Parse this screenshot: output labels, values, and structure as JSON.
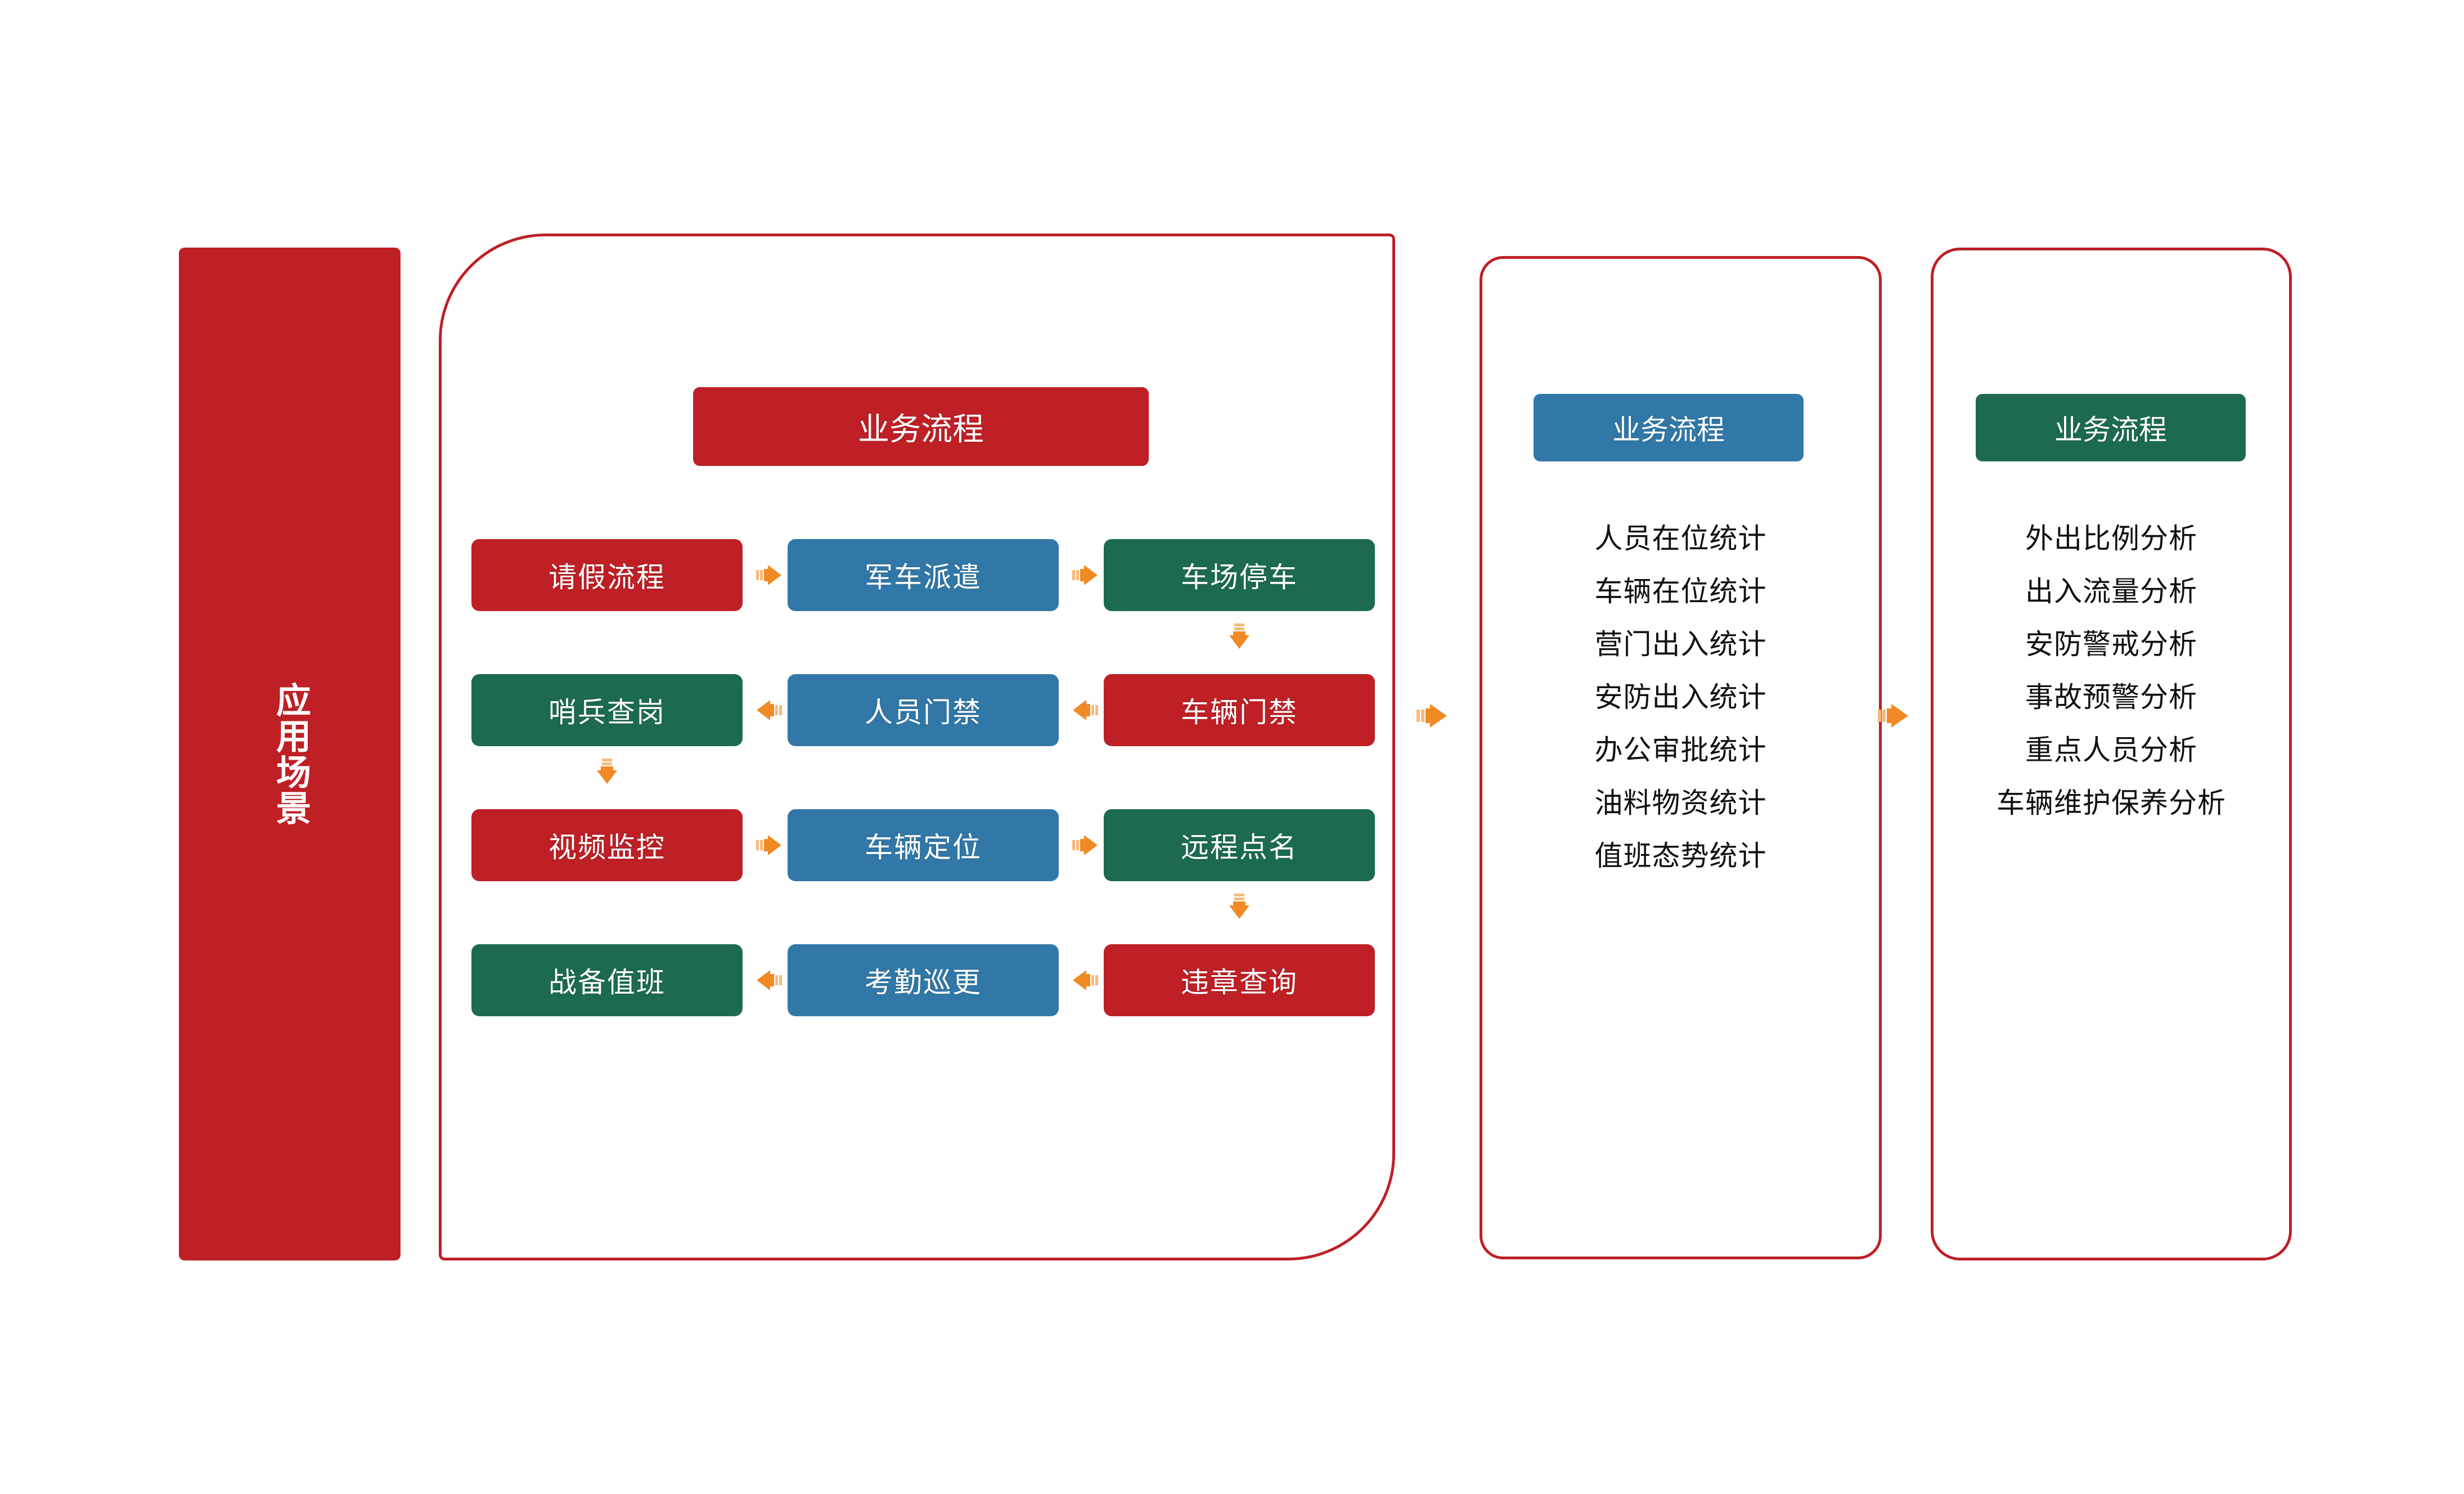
{
  "sidebar": {
    "label": "应用场景"
  },
  "colors": {
    "red": "#BE2026",
    "blue": "#3178A8",
    "green": "#1C6B50",
    "orange": "#F08A24",
    "border": "#BE2026",
    "text_dark": "#111111",
    "text_light": "#FFFFFF"
  },
  "flow_card": {
    "title": "业务流程",
    "rows": [
      {
        "nodes": [
          {
            "label": "请假流程",
            "color": "red"
          },
          {
            "label": "军车派遣",
            "color": "blue"
          },
          {
            "label": "车场停车",
            "color": "green"
          }
        ],
        "connectors": [
          "arrow-right",
          "arrow-right"
        ]
      },
      {
        "nodes": [
          {
            "label": "哨兵查岗",
            "color": "green"
          },
          {
            "label": "人员门禁",
            "color": "blue"
          },
          {
            "label": "车辆门禁",
            "color": "red"
          }
        ],
        "connectors": [
          "arrow-left",
          "arrow-left"
        ]
      },
      {
        "nodes": [
          {
            "label": "视频监控",
            "color": "red"
          },
          {
            "label": "车辆定位",
            "color": "blue"
          },
          {
            "label": "远程点名",
            "color": "green"
          }
        ],
        "connectors": [
          "arrow-right",
          "arrow-right"
        ]
      },
      {
        "nodes": [
          {
            "label": "战备值班",
            "color": "green"
          },
          {
            "label": "考勤巡更",
            "color": "blue"
          },
          {
            "label": "违章查询",
            "color": "red"
          }
        ],
        "connectors": [
          "arrow-left",
          "arrow-left"
        ]
      }
    ],
    "vertical_connectors": [
      {
        "name": "arrow-down-col2-row1to2",
        "column": 2,
        "between_rows": [
          1,
          2
        ]
      },
      {
        "name": "arrow-down-col0-row2to3",
        "column": 0,
        "between_rows": [
          2,
          3
        ]
      },
      {
        "name": "arrow-down-col2-row3to4",
        "column": 2,
        "between_rows": [
          3,
          4
        ]
      }
    ]
  },
  "stats_card": {
    "title": "业务流程",
    "items": [
      "人员在位统计",
      "车辆在位统计",
      "营门出入统计",
      "安防出入统计",
      "办公审批统计",
      "油料物资统计",
      "值班态势统计"
    ]
  },
  "analysis_card": {
    "title": "业务流程",
    "items": [
      "外出比例分析",
      "出入流量分析",
      "安防警戒分析",
      "事故预警分析",
      "重点人员分析",
      "车辆维护保养分析"
    ]
  },
  "card_connectors": [
    {
      "name": "arrow-flow-to-stats",
      "icon": "arrow-right-icon"
    },
    {
      "name": "arrow-stats-to-analysis",
      "icon": "arrow-right-icon"
    }
  ]
}
